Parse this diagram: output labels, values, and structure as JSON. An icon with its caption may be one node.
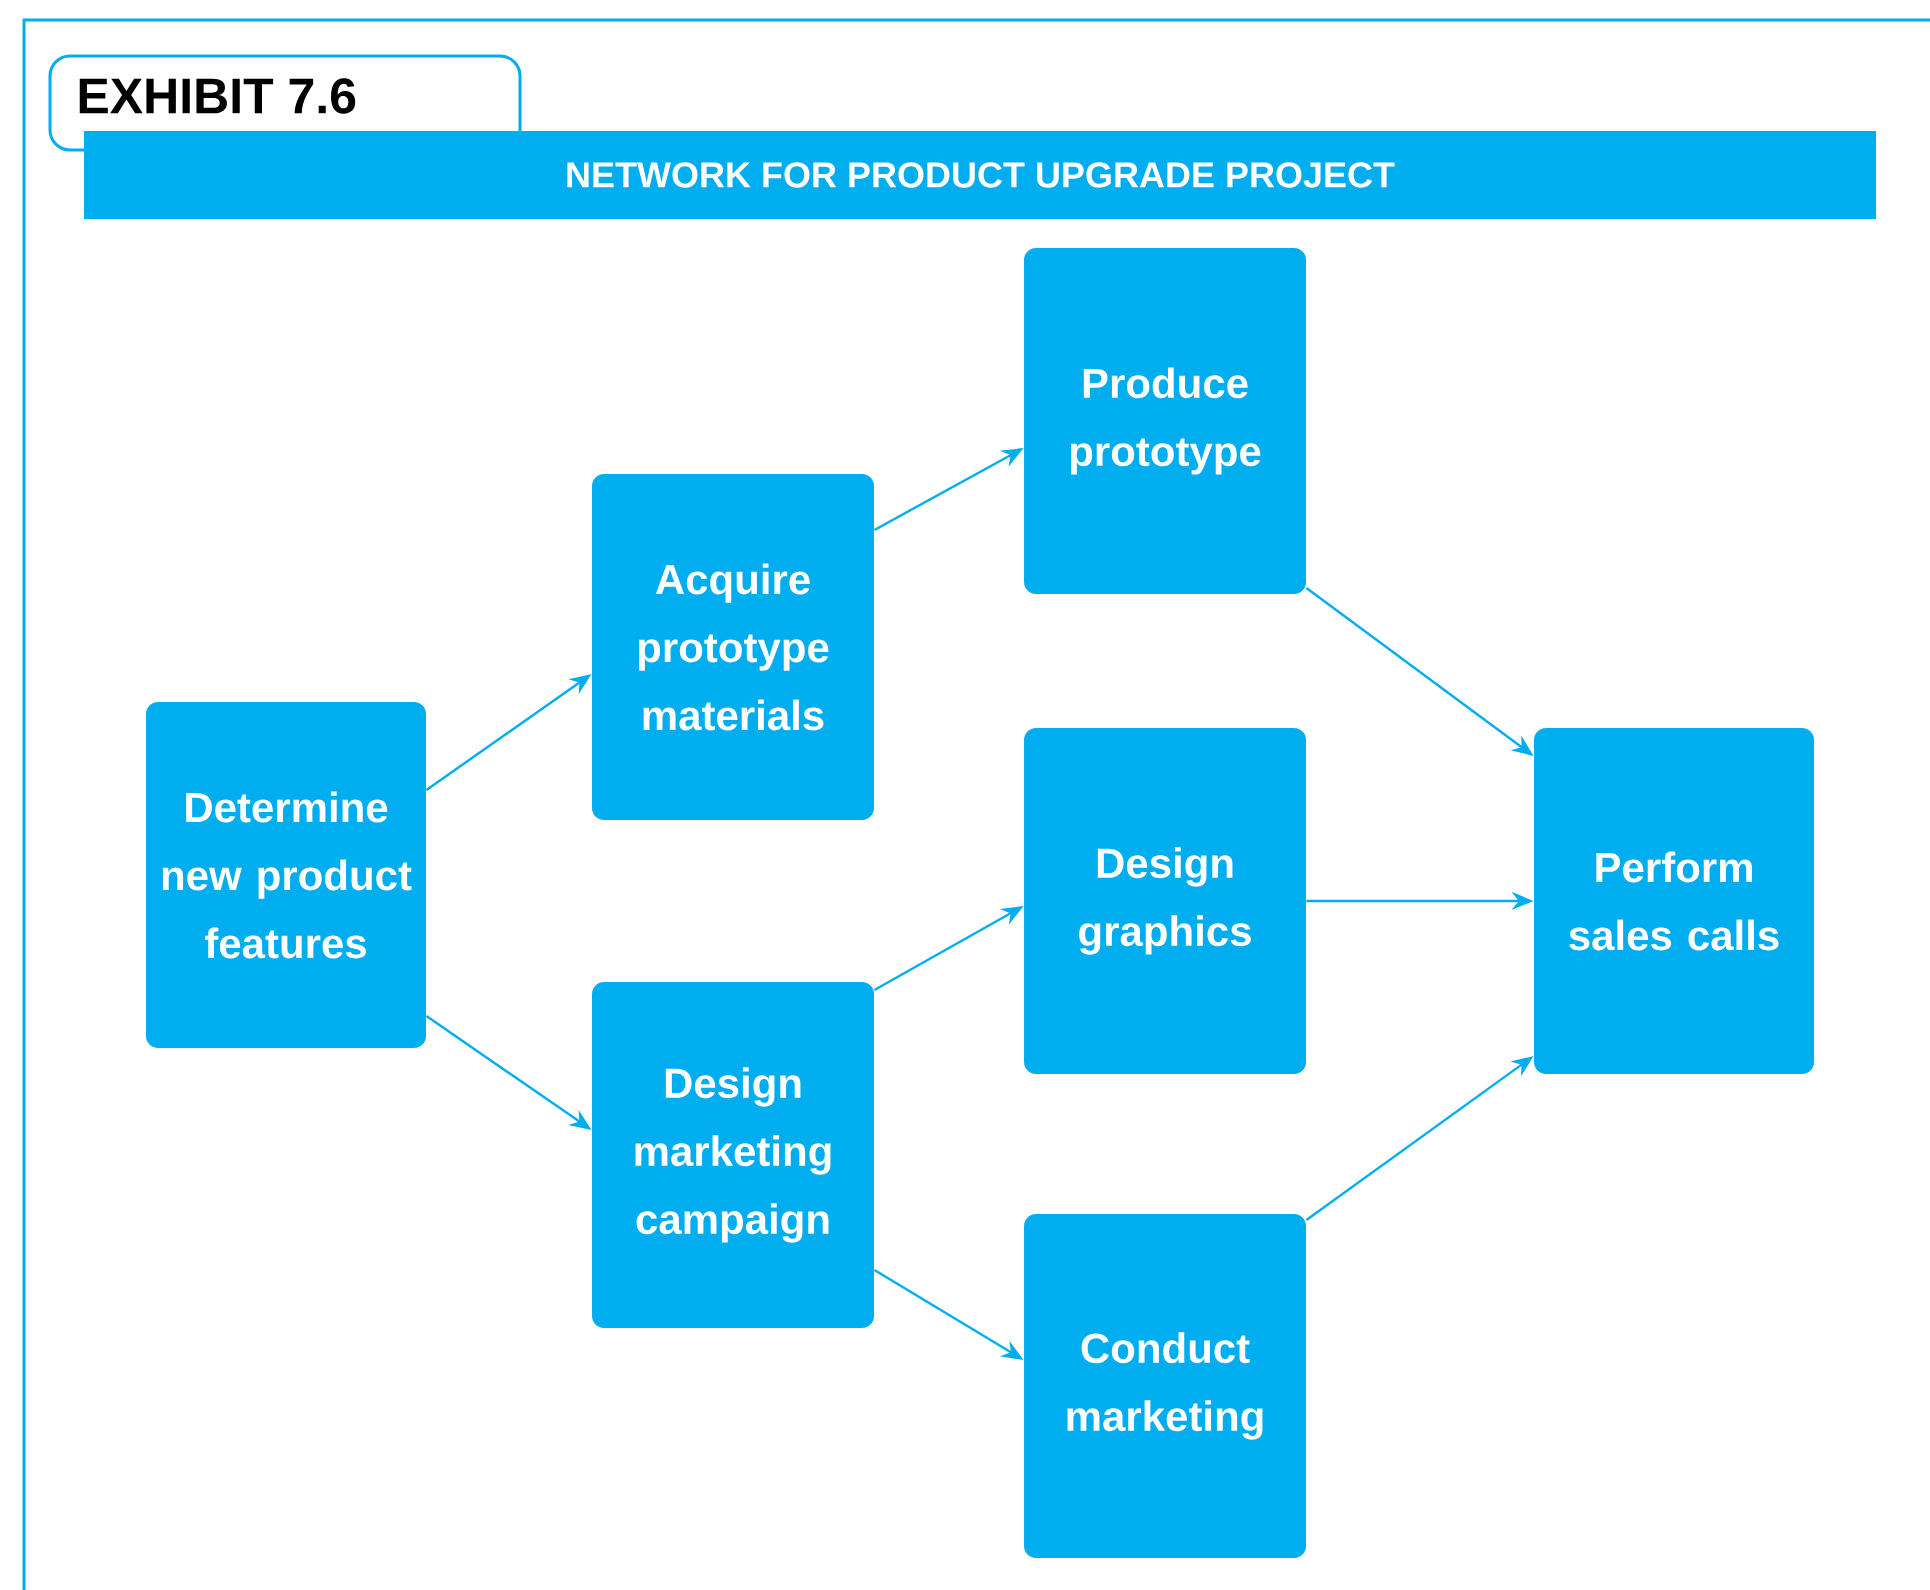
{
  "diagram": {
    "title": "NETWORK FOR PRODUCT UPGRADE PROJECT",
    "nodes": [
      {
        "text": [
          "Determine new product features"
        ]
      },
      {
        "text": [
          "Acquire prototype materials"
        ]
      },
      {
        "text": [
          "Design marketing campaign"
        ]
      },
      {
        "text": [
          "Produce prototype"
        ]
      },
      {
        "text": [
          "Design graphics"
        ]
      },
      {
        "text": [
          "Conduct marketing"
        ]
      },
      {
        "text": [
          "Perform sales calls"
        ]
      }
    ],
    "edges": [
      {
        "from": 0,
        "to": 1,
        "arrow": "to"
      },
      {
        "from": 0,
        "to": 2,
        "arrow": "to"
      },
      {
        "from": 1,
        "to": 3,
        "arrow": "to"
      },
      {
        "from": 2,
        "to": 4,
        "arrow": "to"
      },
      {
        "from": 2,
        "to": 5,
        "arrow": "to"
      },
      {
        "from": 3,
        "to": 6,
        "arrow": "to"
      },
      {
        "from": 4,
        "to": 6,
        "arrow": "to"
      },
      {
        "from": 5,
        "to": 6,
        "arrow": "to"
      }
    ],
    "labels": [
      "EXHIBIT 7.6"
    ]
  }
}
